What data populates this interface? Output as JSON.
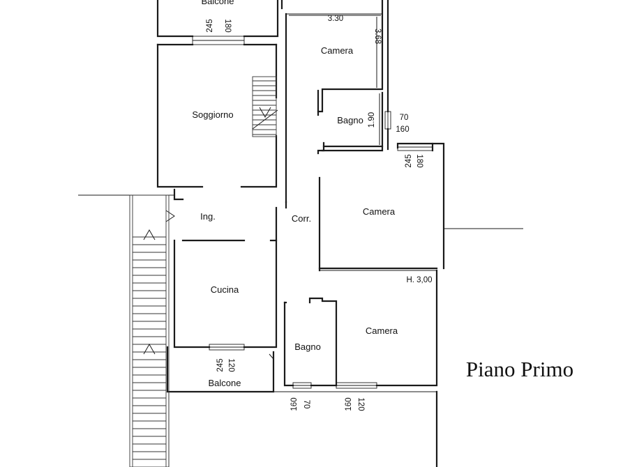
{
  "rooms": {
    "balcone_top": "Balcone",
    "camera_top": "Camera",
    "soggiorno": "Soggiorno",
    "bagno_top": "Bagno",
    "camera_mid": "Camera",
    "ingresso": "Ing.",
    "corridoio": "Corr.",
    "cucina": "Cucina",
    "camera_bottom": "Camera",
    "bagno_bottom": "Bagno",
    "balcone_bottom": "Balcone"
  },
  "dimensions": {
    "camera_top_width": "3.30",
    "camera_top_depth": "3.68",
    "bagno_top_depth": "1.90",
    "balcone_top_w1": "180",
    "balcone_top_w2": "245",
    "bagno_top_win1": "70",
    "bagno_top_win2": "160",
    "camera_mid_win1": "245",
    "camera_mid_win2": "180",
    "cucina_win1": "120",
    "cucina_win2": "245",
    "bagno_bottom_win1": "160",
    "bagno_bottom_win2": "70",
    "camera_bottom_win1": "160",
    "camera_bottom_win2": "120"
  },
  "ceiling_height": "H. 3,00",
  "floor_title": "Piano Primo"
}
